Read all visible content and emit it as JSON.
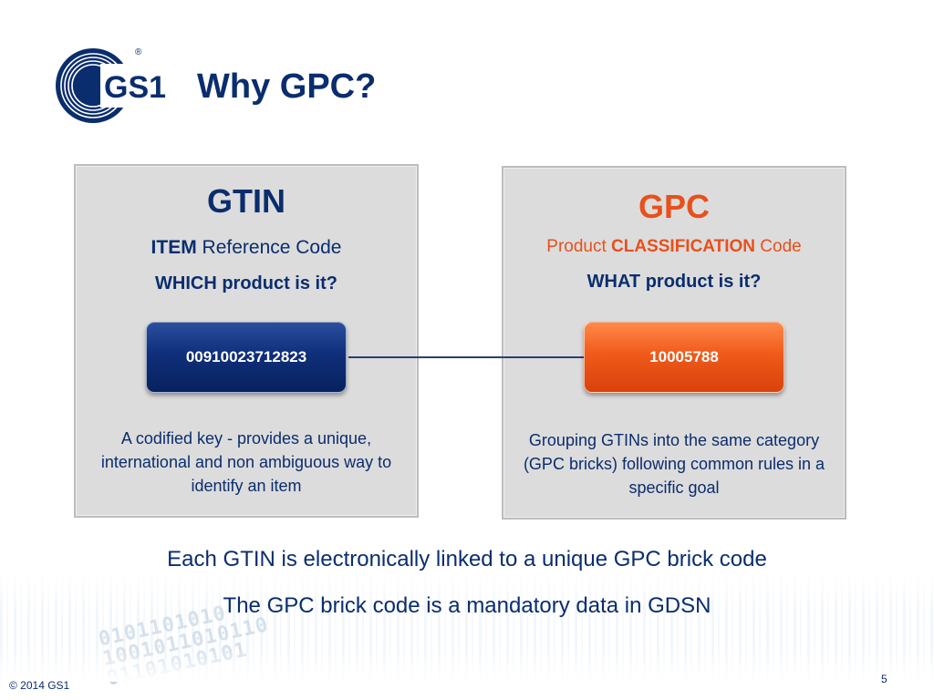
{
  "logo": {
    "text": "GS1",
    "mark": "®"
  },
  "title": "Why GPC?",
  "left_box": {
    "heading": "GTIN",
    "line1_bold": "ITEM",
    "line1_rest": " Reference Code",
    "line2": "WHICH product is it?",
    "code": "00910023712823",
    "description": "A codified key - provides a unique, international and non ambiguous way to identify an item"
  },
  "right_box": {
    "heading": "GPC",
    "line1_pre": "Product ",
    "line1_bold": "CLASSIFICATION",
    "line1_post": " Code",
    "line2": "WHAT product is it?",
    "code": "10005788",
    "description": "Grouping GTINs into the same category (GPC bricks) following common rules in a specific goal"
  },
  "statements": [
    "Each GTIN is electronically linked to a unique GPC brick code",
    "The GPC brick code is a mandatory data in GDSN"
  ],
  "footer": {
    "copyright": "© 2014 GS1",
    "page_number": "5"
  },
  "colors": {
    "navy": "#0a2d6e",
    "orange": "#e8501c",
    "panel": "#dcdcdc"
  },
  "icons": {
    "logo": "gs1-logo-icon"
  }
}
